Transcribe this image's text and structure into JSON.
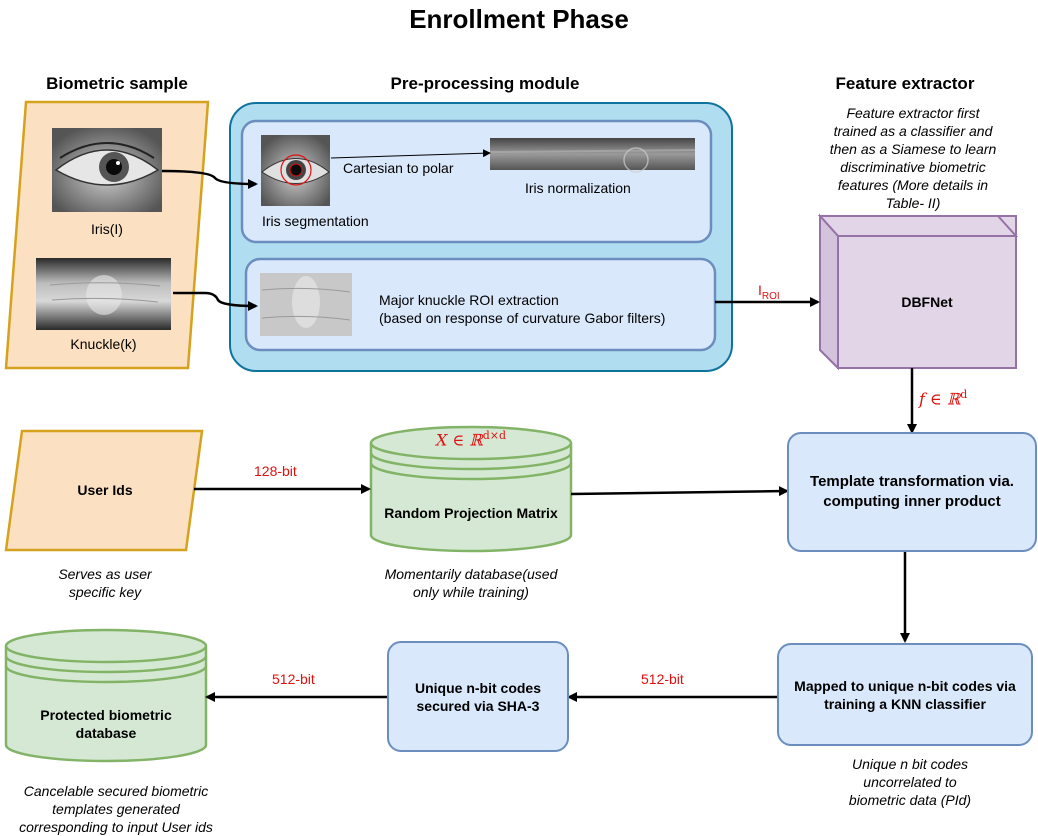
{
  "title": "Enrollment Phase",
  "headers": {
    "biometric_sample": "Biometric sample",
    "preprocessing": "Pre-processing module",
    "feature_extractor": "Feature extractor"
  },
  "sample": {
    "iris_label": "Iris(I)",
    "knuckle_label": "Knuckle(k)"
  },
  "preprocessing": {
    "iris_segmentation": "Iris segmentation",
    "cartesian_to_polar": "Cartesian to polar",
    "iris_normalization": "Iris normalization",
    "knuckle_roi_line1": "Major knuckle ROI extraction",
    "knuckle_roi_line2": "(based on response of curvature Gabor filters)"
  },
  "feature_extractor": {
    "note_line1": "Feature extractor first",
    "note_line2": "trained as a classifier and",
    "note_line3": "then as a Siamese to learn",
    "note_line4": "discriminative biometric",
    "note_line5": "features (More details in",
    "note_line6": "Table- II)",
    "network": "DBFNet",
    "input_label": "I",
    "input_sub": "ROI",
    "output_label": "f ∈ ℝ",
    "output_sup": "d"
  },
  "user_ids": {
    "label": "User Ids",
    "note_line1": "Serves as user",
    "note_line2": "specific key",
    "edge_label": "128-bit"
  },
  "projection": {
    "symbol": "X ∈ ℝ",
    "symbol_sup": "d×d",
    "label": "Random Projection Matrix",
    "note_line1": "Momentarily database(used",
    "note_line2": "only while training)"
  },
  "template": {
    "line1": "Template transformation via.",
    "line2": "computing inner product"
  },
  "knn": {
    "line1": "Mapped to unique n-bit codes via",
    "line2": "training a KNN classifier",
    "note_line1": "Unique n bit codes",
    "note_line2": "uncorrelated to",
    "note_line3": "biometric data (PId)",
    "edge_label": "512-bit"
  },
  "sha": {
    "line1": "Unique n-bit codes",
    "line2": "secured via SHA-3",
    "edge_label": "512-bit"
  },
  "database": {
    "line1": "Protected biometric",
    "line2": "database",
    "note_line1": "Cancelable secured biometric",
    "note_line2": "templates  generated",
    "note_line3": "corresponding to input  User ids"
  },
  "colors": {
    "orange_fill": "#fce0c2",
    "orange_stroke": "#d6a21e",
    "blue_fill": "#dae8fc",
    "blue_stroke": "#6c8ebf",
    "cyan_fill": "#b1ddf0",
    "cyan_stroke": "#10739e",
    "green_fill": "#d5e8d4",
    "green_stroke": "#82b366",
    "purple_fill": "#e1d5e7",
    "purple_stroke": "#9673a6",
    "label_red": "#e01010"
  }
}
